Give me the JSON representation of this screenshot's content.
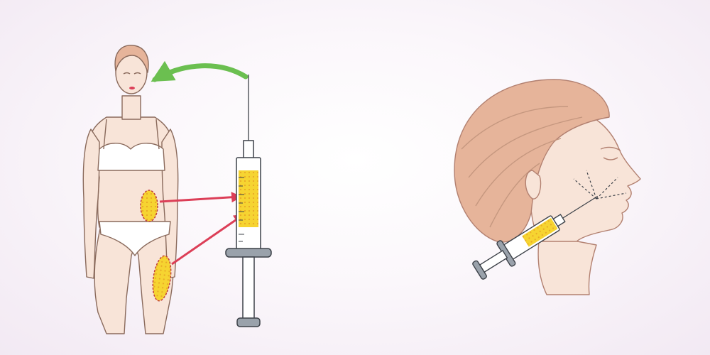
{
  "illustration": {
    "left_panel": {
      "subject": "woman-figure",
      "harvest_sites": [
        "abdomen",
        "thigh"
      ],
      "transfer_target": "face"
    },
    "right_panel": {
      "subject": "head-profile",
      "injection_site": "cheek"
    }
  },
  "colors": {
    "skin": "#f8e4d8",
    "skin_shadow": "#efcdbd",
    "hair": "#e6b49a",
    "outline": "#8a6a5c",
    "fat": "#f6d431",
    "fat_dots": "#c13c3c",
    "red_arrow": "#dc3e57",
    "green_arrow": "#6bbf50",
    "syringe_metal": "#9aa2ab",
    "syringe_dark": "#3c4148",
    "background": "#f6eef6"
  },
  "icons": {
    "syringe": "syringe-icon",
    "arrow": "arrow-icon"
  }
}
